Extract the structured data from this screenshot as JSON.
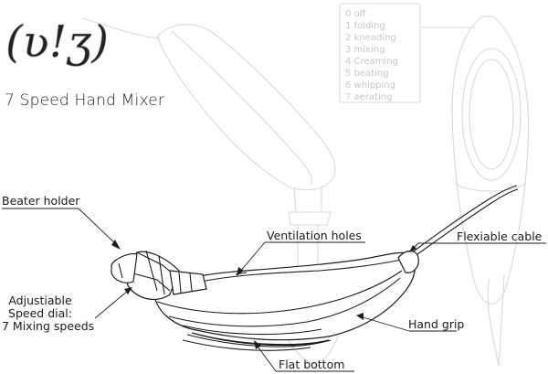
{
  "logo": {
    "text": "(ʋ!ʒ)"
  },
  "title": "7 Speed Hand Mixer",
  "speeds": [
    "0 off",
    "1 folding",
    "2 kneading",
    "3 mixing",
    "4 Creaming",
    "5 beating",
    "6 whipping",
    "7 aerating"
  ],
  "labels": {
    "beater_holder": "Beater holder",
    "speed_dial": [
      "Adjustiable",
      "Speed dial:",
      "7 Mixing speeds"
    ],
    "ventilation": "Ventilation holes",
    "cable": "Flexiable cable",
    "grip": "Hand grip",
    "bottom": "Flat bottom"
  }
}
